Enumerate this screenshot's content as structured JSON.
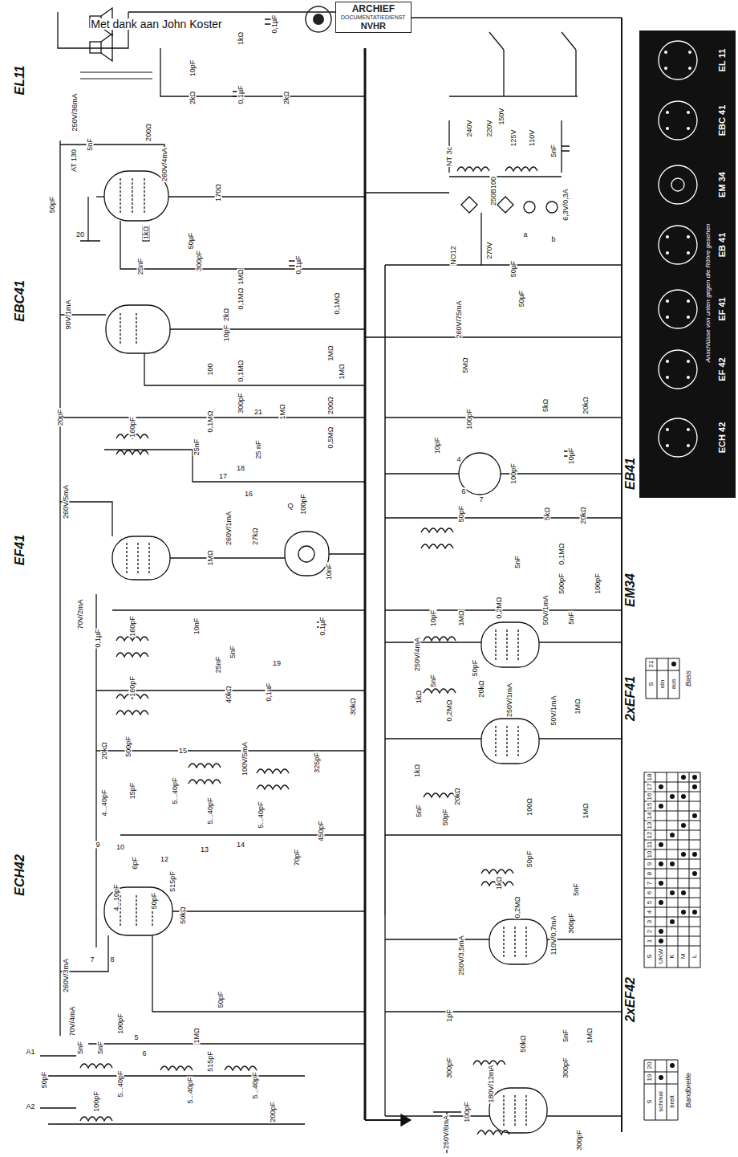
{
  "diagram": {
    "nodes": [
      {
        "text": [
          "ARCHIEF",
          "DOCUMENTATIEDIENST",
          "NVHR"
        ]
      },
      {
        "text": [
          "EL 11",
          "EBC 41",
          "EM 34",
          "EB 41",
          "EF 41",
          "EF 42",
          "ECH 42",
          "Anschlüsse von unten gegen die Röhre gesehen"
        ]
      }
    ],
    "labels": [
      "Met dank aan John Koster",
      "EL11",
      "EBC41",
      "EF41",
      "ECH42",
      "EB41",
      "EM34",
      "2xEF41",
      "2xEF42",
      "1kΩ",
      "0,1µF",
      "10pF",
      "2kΩ",
      "0,1µF",
      "2kΩ",
      "AT 130",
      "260V/4mA",
      "250V/36mA",
      "5nF",
      "200Ω",
      "50pF",
      "20",
      "170Ω",
      "50µF",
      "300pF",
      "1kΩ",
      "25nF",
      "0,1µF",
      "1MΩ",
      "0,1MΩ",
      "0,1MΩ",
      "2kΩ",
      "10pF",
      "90V/1mA",
      "100",
      "0,1MΩ",
      "1MΩ",
      "1MΩ",
      "20pF",
      "160pF",
      "0,1MΩ",
      "300pF",
      "21",
      "1MΩ",
      "200Ω",
      "25nF",
      "25 nF",
      "0,5MΩ",
      "17",
      "18",
      "16",
      "Q",
      "100pF",
      "260V/5mA",
      "260V/1mA",
      "27kΩ",
      "1MΩ",
      "10nF",
      "160pF",
      "70V/2mA",
      "0,1µF",
      "10nF",
      "5nF",
      "25nF",
      "19",
      "0,1µF",
      "160pF",
      "40kΩ",
      "0,1µF",
      "30kΩ",
      "20kΩ",
      "500pF",
      "15",
      "15pF",
      "4...40pF",
      "5...40pF",
      "100V/5mA",
      "325pF",
      "5...40pF",
      "5...40pF",
      "14",
      "13",
      "450pF",
      "70pF",
      "9",
      "10",
      "12",
      "6pF",
      "515pF",
      "4...10pF",
      "50pF",
      "50kΩ",
      "7",
      "8",
      "260V/3mA",
      "70V/4mA",
      "5nF",
      "100pF",
      "5",
      "6",
      "1MΩ",
      "515pF",
      "50pF",
      "5nF",
      "5...40pF",
      "5...40pF",
      "5...40pF",
      "200pF",
      "A1",
      "A2",
      "50pF",
      "100pF",
      "240V",
      "220V",
      "150V",
      "125V",
      "110V",
      "5nF",
      "NT 3c",
      "250B100",
      "6,3V/0,3A",
      "a",
      "b",
      "270V",
      "NO12",
      "50µF",
      "50µF",
      "260V/75mA",
      "5MΩ",
      "100pF",
      "10pF",
      "5kΩ",
      "20kΩ",
      "10µF",
      "100pF",
      "50pF",
      "5kΩ",
      "20kΩ",
      "4",
      "6",
      "7",
      "5nF",
      "0,1MΩ",
      "500pF",
      "100pF",
      "10pF",
      "1MΩ",
      "0,2MΩ",
      "50V/1mA",
      "5nF",
      "250V/4mA",
      "50pF",
      "1MΩ",
      "5nF",
      "1kΩ",
      "20kΩ",
      "0,2MΩ",
      "250V/1mA",
      "50V/1mA",
      "1kΩ",
      "20kΩ",
      "5nF",
      "50pF",
      "100Ω",
      "1MΩ",
      "50pF",
      "1kΩ",
      "0,2MΩ",
      "110V/0,7mA",
      "250V/3,5mA",
      "300pF",
      "5nF",
      "1pF",
      "300pF",
      "50kΩ",
      "180V/12mA",
      "250V/6mA",
      "5nF",
      "300pF",
      "1MΩ",
      "300pF",
      "100pF",
      "S",
      "21",
      "ein",
      "aus",
      "Bass",
      "S",
      "1",
      "2",
      "3",
      "4",
      "5",
      "6",
      "7",
      "8",
      "9",
      "10",
      "11",
      "12",
      "13",
      "14",
      "15",
      "16",
      "17",
      "18",
      "UKW",
      "K",
      "M",
      "L",
      "S",
      "19",
      "20",
      "schmal",
      "breit",
      "Bandbreite"
    ]
  }
}
